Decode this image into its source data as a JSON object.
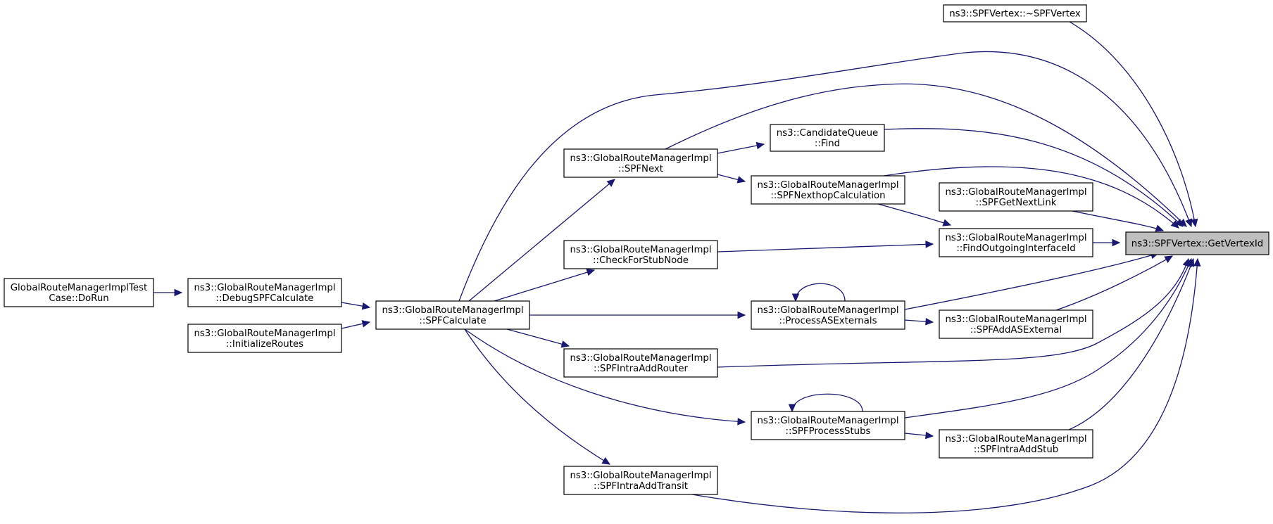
{
  "graph": {
    "root": "ns3::SPFVertex::GetVertexId",
    "colors": {
      "edge": "#191970",
      "root_fill": "#bfbfbf",
      "node_fill": "#ffffff",
      "node_border": "#000000"
    },
    "nodes": [
      {
        "id": "destructor",
        "lines": [
          "ns3::SPFVertex::~SPFVertex"
        ]
      },
      {
        "id": "getvertexid",
        "lines": [
          "ns3::SPFVertex::GetVertexId"
        ],
        "root": true
      },
      {
        "id": "cq_find",
        "lines": [
          "ns3::CandidateQueue",
          "::Find"
        ]
      },
      {
        "id": "spfnext",
        "lines": [
          "ns3::GlobalRouteManagerImpl",
          "::SPFNext"
        ]
      },
      {
        "id": "nexthop",
        "lines": [
          "ns3::GlobalRouteManagerImpl",
          "::SPFNexthopCalculation"
        ]
      },
      {
        "id": "getnextlink",
        "lines": [
          "ns3::GlobalRouteManagerImpl",
          "::SPFGetNextLink"
        ]
      },
      {
        "id": "findoutgoing",
        "lines": [
          "ns3::GlobalRouteManagerImpl",
          "::FindOutgoingInterfaceId"
        ]
      },
      {
        "id": "checkstub",
        "lines": [
          "ns3::GlobalRouteManagerImpl",
          "::CheckForStubNode"
        ]
      },
      {
        "id": "processasext",
        "lines": [
          "ns3::GlobalRouteManagerImpl",
          "::ProcessASExternals"
        ]
      },
      {
        "id": "spfaddasext",
        "lines": [
          "ns3::GlobalRouteManagerImpl",
          "::SPFAddASExternal"
        ]
      },
      {
        "id": "spfcalculate",
        "lines": [
          "ns3::GlobalRouteManagerImpl",
          "::SPFCalculate"
        ]
      },
      {
        "id": "debugspf",
        "lines": [
          "ns3::GlobalRouteManagerImpl",
          "::DebugSPFCalculate"
        ]
      },
      {
        "id": "testdorun",
        "lines": [
          "GlobalRouteManagerImplTest",
          "Case::DoRun"
        ]
      },
      {
        "id": "initroutes",
        "lines": [
          "ns3::GlobalRouteManagerImpl",
          "::InitializeRoutes"
        ]
      },
      {
        "id": "intraaddrouter",
        "lines": [
          "ns3::GlobalRouteManagerImpl",
          "::SPFIntraAddRouter"
        ]
      },
      {
        "id": "processstubs",
        "lines": [
          "ns3::GlobalRouteManagerImpl",
          "::SPFProcessStubs"
        ]
      },
      {
        "id": "intraaddstub",
        "lines": [
          "ns3::GlobalRouteManagerImpl",
          "::SPFIntraAddStub"
        ]
      },
      {
        "id": "intraaddtransit",
        "lines": [
          "ns3::GlobalRouteManagerImpl",
          "::SPFIntraAddTransit"
        ]
      }
    ],
    "edges": [
      {
        "from": "destructor",
        "to": "getvertexid"
      },
      {
        "from": "spfcalculate",
        "to": "getvertexid"
      },
      {
        "from": "spfnext",
        "to": "getvertexid"
      },
      {
        "from": "cq_find",
        "to": "getvertexid"
      },
      {
        "from": "nexthop",
        "to": "getvertexid"
      },
      {
        "from": "getnextlink",
        "to": "getvertexid"
      },
      {
        "from": "findoutgoing",
        "to": "getvertexid"
      },
      {
        "from": "processasext",
        "to": "getvertexid"
      },
      {
        "from": "spfaddasext",
        "to": "getvertexid"
      },
      {
        "from": "intraaddrouter",
        "to": "getvertexid"
      },
      {
        "from": "processstubs",
        "to": "getvertexid"
      },
      {
        "from": "intraaddstub",
        "to": "getvertexid"
      },
      {
        "from": "intraaddtransit",
        "to": "getvertexid"
      },
      {
        "from": "spfnext",
        "to": "cq_find"
      },
      {
        "from": "spfnext",
        "to": "nexthop"
      },
      {
        "from": "nexthop",
        "to": "getnextlink"
      },
      {
        "from": "nexthop",
        "to": "findoutgoing"
      },
      {
        "from": "checkstub",
        "to": "findoutgoing"
      },
      {
        "from": "processasext",
        "to": "processasext"
      },
      {
        "from": "processasext",
        "to": "spfaddasext"
      },
      {
        "from": "spfcalculate",
        "to": "spfnext"
      },
      {
        "from": "spfcalculate",
        "to": "checkstub"
      },
      {
        "from": "spfcalculate",
        "to": "processasext"
      },
      {
        "from": "spfcalculate",
        "to": "intraaddrouter"
      },
      {
        "from": "spfcalculate",
        "to": "processstubs"
      },
      {
        "from": "spfcalculate",
        "to": "intraaddtransit"
      },
      {
        "from": "debugspf",
        "to": "spfcalculate"
      },
      {
        "from": "initroutes",
        "to": "spfcalculate"
      },
      {
        "from": "testdorun",
        "to": "debugspf"
      },
      {
        "from": "processstubs",
        "to": "processstubs"
      },
      {
        "from": "processstubs",
        "to": "intraaddstub"
      }
    ]
  }
}
